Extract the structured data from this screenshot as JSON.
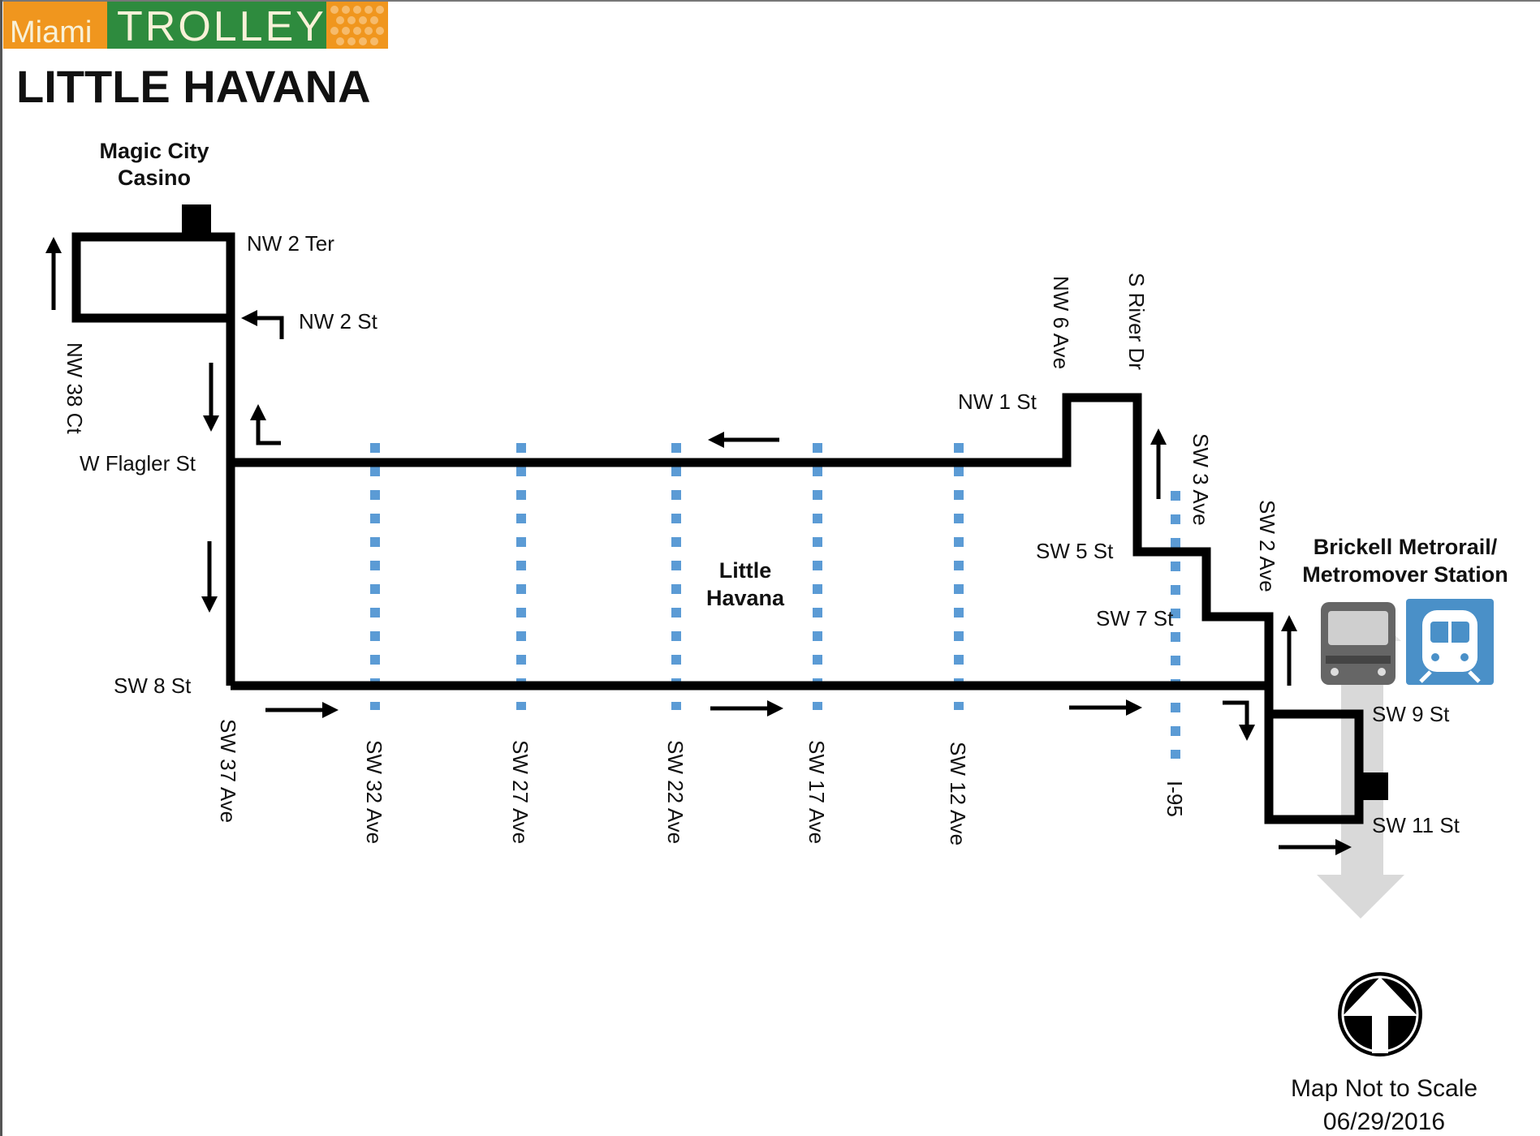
{
  "logo": {
    "word1": "Miami",
    "word2": "TROLLEY",
    "colors": {
      "orange": "#f0961e",
      "green": "#2e8b3e",
      "cream": "#f8f1d8"
    }
  },
  "title": "LITTLE HAVANA",
  "landmarks": {
    "casino": [
      "Magic City",
      "Casino"
    ],
    "neighborhood": [
      "Little",
      "Havana"
    ],
    "station": [
      "Brickell Metrorail/",
      "Metromover Station"
    ]
  },
  "streets": {
    "nw_2_ter": "NW 2 Ter",
    "nw_2_st": "NW 2 St",
    "nw_38_ct": "NW 38 Ct",
    "w_flagler": "W Flagler St",
    "sw_8_st": "SW 8 St",
    "nw_1_st": "NW 1 St",
    "sw_5_st": "SW 5 St",
    "sw_7_st": "SW 7 St",
    "sw_9_st": "SW 9 St",
    "sw_11_st": "SW 11 St",
    "nw_6_ave": "NW 6 Ave",
    "s_river_dr": "S River Dr",
    "sw_3_ave": "SW 3 Ave",
    "sw_2_ave": "SW 2 Ave",
    "i95": "I-95",
    "sw_37_ave": "SW 37 Ave",
    "sw_32_ave": "SW 32 Ave",
    "sw_27_ave": "SW 27 Ave",
    "sw_22_ave": "SW 22 Ave",
    "sw_17_ave": "SW 17 Ave",
    "sw_12_ave": "SW 12 Ave"
  },
  "footer": {
    "scale_note": "Map Not to Scale",
    "date": "06/29/2016"
  },
  "icons": [
    "trolley-bus-icon",
    "metrorail-train-icon",
    "north-arrow-icon",
    "direction-arrow-icon"
  ],
  "colors": {
    "route": "#000000",
    "crossing_avenue": "#5b9bd5",
    "station_icon_bg": "#4a90c8",
    "station_arrow": "#d9d9d9"
  }
}
